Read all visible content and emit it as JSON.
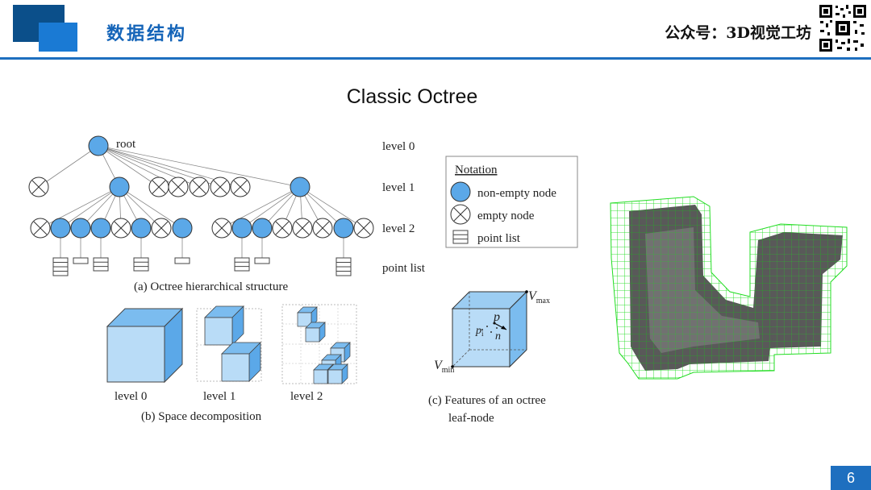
{
  "header": {
    "section_title": "数据结构",
    "brand": "公众号：3D视觉工坊",
    "accent_color": "#1e6fbf"
  },
  "slide": {
    "title": "Classic Octree",
    "page_number": "6"
  },
  "figure": {
    "tree": {
      "root_label": "root",
      "levels": [
        "level 0",
        "level 1",
        "level 2",
        "point list"
      ],
      "caption": "(a) Octree hierarchical structure"
    },
    "notation": {
      "title": "Notation",
      "items": [
        "non-empty node",
        "empty node",
        "point list"
      ]
    },
    "decomposition": {
      "levels": [
        "level 0",
        "level 1",
        "level 2"
      ],
      "caption": "(b) Space decomposition"
    },
    "leaf": {
      "vmax_symbol": "V",
      "vmax_sub": "max",
      "vmin_symbol": "V",
      "vmin_sub": "min",
      "p_label": "p",
      "pi_symbol": "p",
      "pi_sub": "i",
      "n_label": "n",
      "caption_line1": "(c) Features of an octree",
      "caption_line2": "leaf-node"
    },
    "colors": {
      "node_fill": "#5ba8e8",
      "cube_front": "#b9dcf7",
      "cube_top": "#7bbcef",
      "cube_side": "#5ba8e8",
      "mesh_green": "#22dd22"
    }
  }
}
